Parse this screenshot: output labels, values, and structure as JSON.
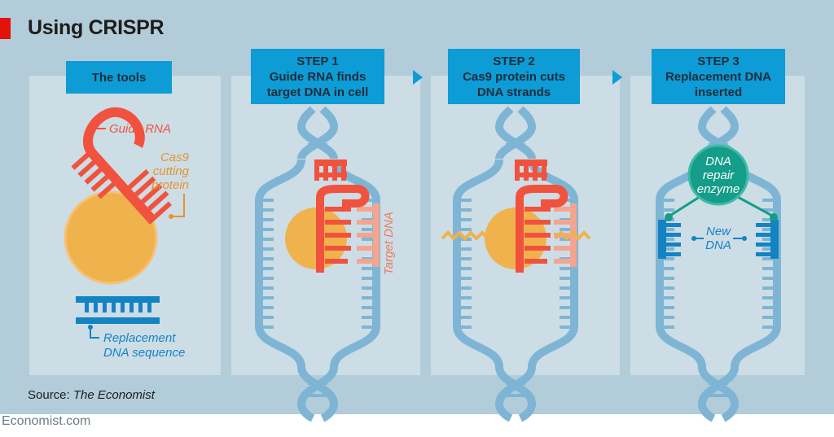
{
  "title": "Using CRISPR",
  "panels": [
    {
      "header": [
        "The tools"
      ]
    },
    {
      "header": [
        "STEP 1",
        "Guide RNA finds",
        "target DNA in cell"
      ]
    },
    {
      "header": [
        "STEP 2",
        "Cas9 protein cuts",
        "DNA strands"
      ]
    },
    {
      "header": [
        "STEP 3",
        "Replacement DNA",
        "inserted"
      ]
    }
  ],
  "labels": {
    "guide_rna": "Guide RNA",
    "cas9": [
      "Cas9",
      "cutting",
      "protein"
    ],
    "replacement": [
      "Replacement",
      "DNA sequence"
    ],
    "target_dna": "Target DNA",
    "repair_enzyme": [
      "DNA",
      "repair",
      "enzyme"
    ],
    "new_dna": [
      "New",
      "DNA"
    ]
  },
  "source_label": "Source: ",
  "source_name": "The Economist",
  "site": "Economist.com",
  "colors": {
    "background": "#b3ccd9",
    "panel": "#ccdde6",
    "header": "#0d9cd6",
    "dna": "#7fb5d4",
    "rna": "#f0523e",
    "cas9": "#f0b24c",
    "new_dna": "#1483c4",
    "enzyme": "#149d88",
    "title_tag": "#e3120b"
  }
}
